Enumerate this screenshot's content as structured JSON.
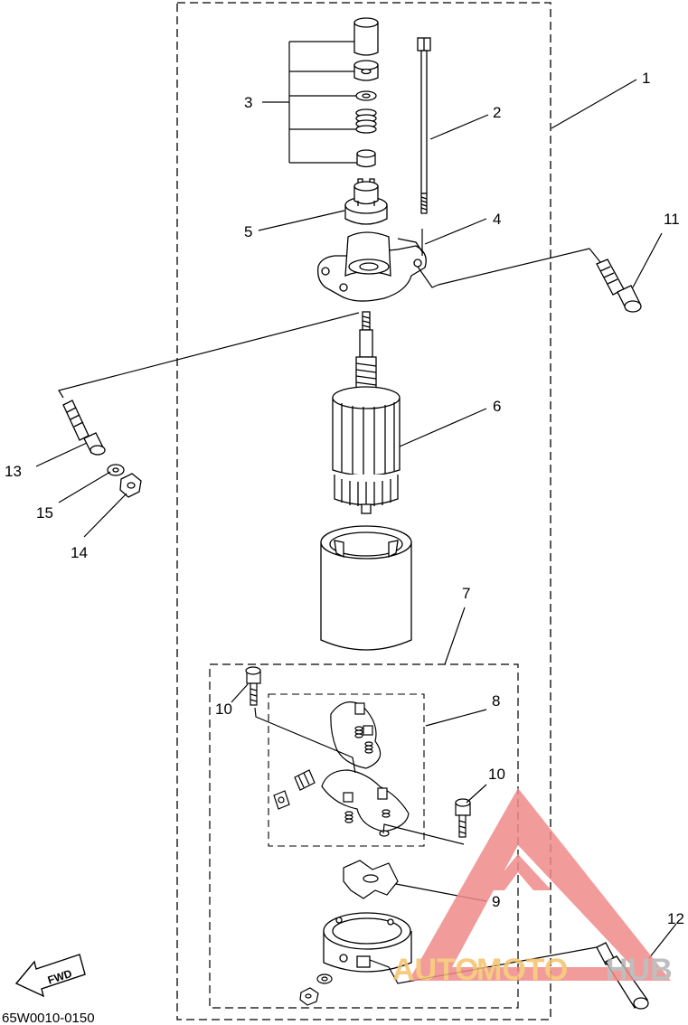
{
  "figure_code": "65W0010-0150",
  "direction_marker": "FWD",
  "watermark": {
    "text_part1": "AUTO",
    "text_part2": "MOTO",
    "text_part3": "HUB",
    "color_primary": "#f08a8a",
    "color_secondary": "#b3b3b3",
    "color_accent": "#f5c36b"
  },
  "callouts": {
    "c1": "1",
    "c2": "2",
    "c3": "3",
    "c4": "4",
    "c5": "5",
    "c6": "6",
    "c7": "7",
    "c8": "8",
    "c9a": "9",
    "c10a": "10",
    "c10b": "10",
    "c11": "11",
    "c12": "12",
    "c13": "13",
    "c14": "14",
    "c15": "15"
  }
}
